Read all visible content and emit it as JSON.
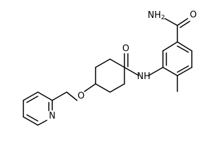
{
  "molecule": {
    "atoms": {
      "carboxamide_nh2": "NH",
      "carboxamide_nh2_sub": "2",
      "carboxamide_o": "O",
      "amide_o": "O",
      "amide_n": "N",
      "amide_h": "H",
      "ether_o": "O",
      "pyridine_n": "N"
    },
    "colors": {
      "bond": "#000000",
      "label": "#000000",
      "background": "#ffffff"
    }
  }
}
